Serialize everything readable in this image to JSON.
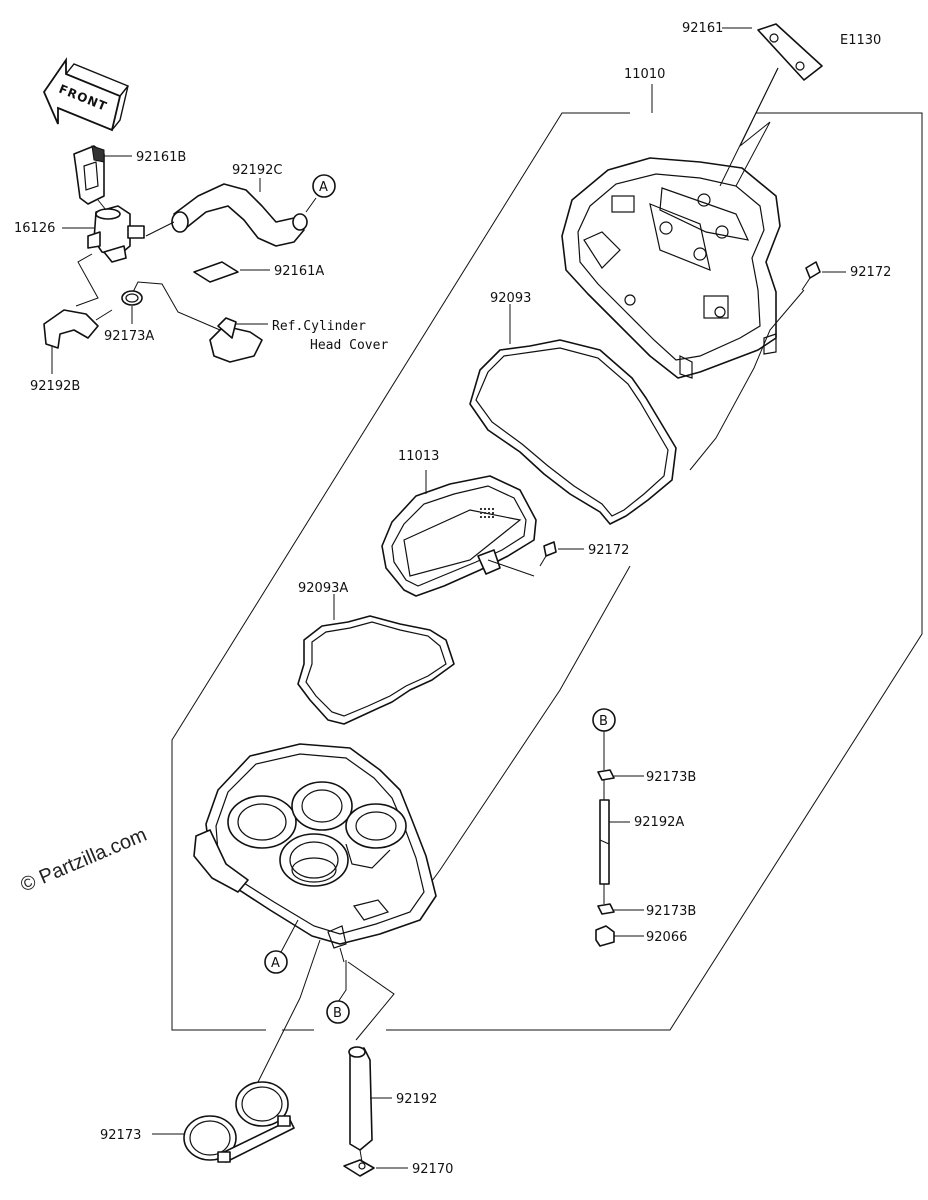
{
  "diagram_code": "E1130",
  "front_label": "FRONT",
  "watermark": "© Partzilla.com",
  "ref_text": {
    "line1": "Ref.Cylinder",
    "line2": "Head Cover"
  },
  "callout_letters": {
    "a1": "A",
    "a2": "A",
    "b1": "B",
    "b2": "B"
  },
  "parts": {
    "p92161": "92161",
    "p11010": "11010",
    "p92161B": "92161B",
    "p92192C": "92192C",
    "p16126": "16126",
    "p92161A": "92161A",
    "p92172_top": "92172",
    "p92173A": "92173A",
    "p92192B": "92192B",
    "p92093": "92093",
    "p11013": "11013",
    "p92172_mid": "92172",
    "p92093A": "92093A",
    "p92173B_top": "92173B",
    "p92192A": "92192A",
    "p92173B_bot": "92173B",
    "p92066": "92066",
    "p92192": "92192",
    "p92173": "92173",
    "p92170": "92170"
  }
}
